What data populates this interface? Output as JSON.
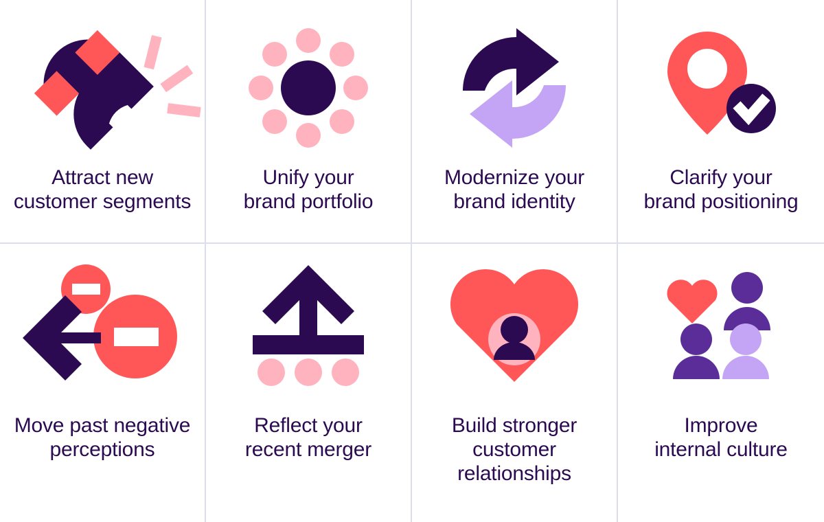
{
  "colors": {
    "dark_purple": "#2B0A52",
    "coral": "#FF5757",
    "pink": "#FFB3BE",
    "light_purple": "#C4A5F5",
    "mid_purple": "#5B2D98",
    "divider": "#dcdfeb",
    "background": "#ffffff"
  },
  "grid": {
    "columns": 4,
    "rows": 2,
    "cells": [
      {
        "id": "attract-new-customer-segments",
        "icon": "magnet-icon",
        "label": "Attract new\ncustomer segments"
      },
      {
        "id": "unify-brand-portfolio",
        "icon": "hub-dots-icon",
        "label": "Unify your\nbrand portfolio"
      },
      {
        "id": "modernize-brand-identity",
        "icon": "refresh-arrows-icon",
        "label": "Modernize your\nbrand identity"
      },
      {
        "id": "clarify-brand-positioning",
        "icon": "location-pin-check-icon",
        "label": "Clarify your\nbrand positioning"
      },
      {
        "id": "move-past-negative-perceptions",
        "icon": "arrow-left-minus-icon",
        "label": "Move past negative\nperceptions"
      },
      {
        "id": "reflect-recent-merger",
        "icon": "merge-arrow-up-icon",
        "label": "Reflect your\nrecent merger"
      },
      {
        "id": "build-stronger-customer-relationships",
        "icon": "heart-person-icon",
        "label": "Build stronger\ncustomer\nrelationships"
      },
      {
        "id": "improve-internal-culture",
        "icon": "people-heart-icon",
        "label": "Improve\ninternal culture"
      }
    ]
  }
}
